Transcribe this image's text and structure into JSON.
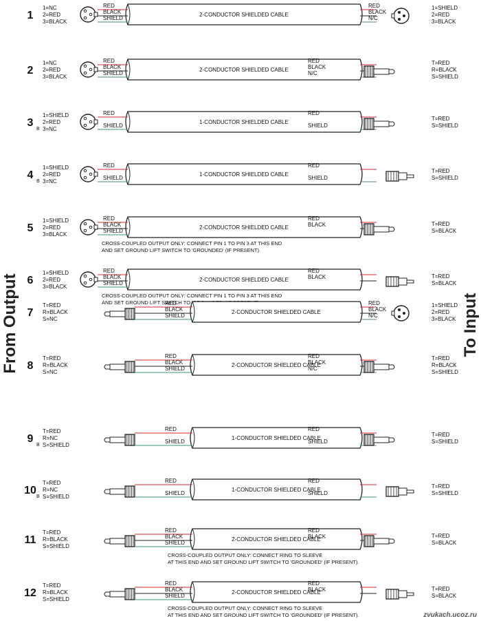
{
  "labels": {
    "from_output": "From Output",
    "to_input": "To Input",
    "watermark": "zvukach.ucoz.ru"
  },
  "colors": {
    "red_wire": "#d42a2a",
    "shield_wire": "#3b9a6b",
    "line": "#222222"
  },
  "rows": [
    {
      "num": "1",
      "sub": "",
      "left_pins": [
        "1=NC",
        "2=RED",
        "3=BLACK"
      ],
      "left": "xlrf",
      "left_wires": [
        "RED",
        "BLACK",
        "SHIELD"
      ],
      "cable": "2-CONDUCTOR SHIELDED CABLE",
      "right_wires": [
        "RED",
        "BLACK",
        "N/C"
      ],
      "right": "xlrm",
      "right_pins": [
        "1=SHIELD",
        "2=RED",
        "3=BLACK"
      ],
      "note": []
    },
    {
      "num": "2",
      "sub": "",
      "left_pins": [
        "1=NC",
        "2=RED",
        "3=BLACK"
      ],
      "left": "xlrf",
      "left_wires": [
        "RED",
        "BLACK",
        "SHIELD"
      ],
      "cable": "2-CONDUCTOR SHIELDED CABLE",
      "right_wires": [
        "RED",
        "BLACK",
        "N/C"
      ],
      "right": "trs",
      "right_pins": [
        "T=RED",
        "R=BLACK",
        "S=SHIELD"
      ],
      "note": []
    },
    {
      "num": "3",
      "sub": "B",
      "left_pins": [
        "1=SHIELD",
        "2=RED",
        "3=NC"
      ],
      "left": "xlrf",
      "left_wires": [
        "RED",
        "",
        "SHIELD"
      ],
      "cable": "1-CONDUCTOR SHIELDED CABLE",
      "right_wires": [
        "RED",
        "",
        "SHIELD"
      ],
      "right": "ts",
      "right_pins": [
        "T=RED",
        "S=SHIELD"
      ],
      "note": []
    },
    {
      "num": "4",
      "sub": "B",
      "left_pins": [
        "1=SHIELD",
        "2=RED",
        "3=NC"
      ],
      "left": "xlrf",
      "left_wires": [
        "RED",
        "",
        "SHIELD"
      ],
      "cable": "1-CONDUCTOR SHIELDED CABLE",
      "right_wires": [
        "RED",
        "",
        "SHIELD"
      ],
      "right": "rca",
      "right_pins": [
        "T=RED",
        "S=SHIELD"
      ],
      "note": []
    },
    {
      "num": "5",
      "sub": "",
      "left_pins": [
        "1=SHIELD",
        "2=RED",
        "3=BLACK"
      ],
      "left": "xlrf",
      "left_wires": [
        "RED",
        "BLACK",
        "SHIELD"
      ],
      "cable": "2-CONDUCTOR SHIELDED CABLE",
      "right_wires": [
        "RED",
        "BLACK",
        ""
      ],
      "right": "ts",
      "right_pins": [
        "T=RED",
        "S=BLACK"
      ],
      "note": [
        "CROSS-COUPLED OUTPUT ONLY: CONNECT PIN 1 TO PIN 3 AT THIS END",
        "AND SET GROUND LIFT SWITCH TO 'GROUNDED' (IF PRESENT)."
      ]
    },
    {
      "num": "6",
      "sub": "",
      "left_pins": [
        "1=SHIELD",
        "2=RED",
        "3=BLACK"
      ],
      "left": "xlrf",
      "left_wires": [
        "RED",
        "BLACK",
        "SHIELD"
      ],
      "cable": "2-CONDUCTOR SHIELDED CABLE",
      "right_wires": [
        "RED",
        "BLACK",
        ""
      ],
      "right": "rca",
      "right_pins": [
        "T=RED",
        "S=BLACK"
      ],
      "note": [
        "CROSS-COUPLED OUTPUT ONLY: CONNECT PIN 1 TO PIN 3 AT THIS END",
        "AND SET GROUND LIFT SWITCH TO 'GROUNDED' (IF PRESENT)."
      ]
    },
    {
      "num": "7",
      "sub": "",
      "left_pins": [
        "T=RED",
        "R=BLACK",
        "S=NC"
      ],
      "left": "plug",
      "left_wires": [
        "RED",
        "BLACK",
        "SHIELD"
      ],
      "cable": "2-CONDUCTOR SHIELDED CABLE",
      "right_wires": [
        "RED",
        "BLACK",
        "N/C"
      ],
      "right": "xlrm",
      "right_pins": [
        "1=SHIELD",
        "2=RED",
        "3=BLACK"
      ],
      "note": []
    },
    {
      "num": "8",
      "sub": "",
      "left_pins": [
        "T=RED",
        "R=BLACK",
        "S=NC"
      ],
      "left": "plug",
      "left_wires": [
        "RED",
        "BLACK",
        "SHIELD"
      ],
      "cable": "2-CONDUCTOR SHIELDED CABLE",
      "right_wires": [
        "RED",
        "BLACK",
        "N/C"
      ],
      "right": "trs",
      "right_pins": [
        "T=RED",
        "R=BLACK",
        "S=SHIELD"
      ],
      "note": []
    },
    {
      "num": "9",
      "sub": "B",
      "left_pins": [
        "T=RED",
        "R=NC",
        "S=SHIELD"
      ],
      "left": "plug",
      "left_wires": [
        "RED",
        "",
        "SHIELD"
      ],
      "cable": "1-CONDUCTOR SHIELDED CABLE",
      "right_wires": [
        "RED",
        "",
        "SHIELD"
      ],
      "right": "ts",
      "right_pins": [
        "T=RED",
        "S=SHIELD"
      ],
      "note": []
    },
    {
      "num": "10",
      "sub": "B",
      "left_pins": [
        "T=RED",
        "R=NC",
        "S=SHIELD"
      ],
      "left": "plug",
      "left_wires": [
        "RED",
        "",
        "SHIELD"
      ],
      "cable": "1-CONDUCTOR SHIELDED CABLE",
      "right_wires": [
        "RED",
        "",
        "SHIELD"
      ],
      "right": "rca",
      "right_pins": [
        "T=RED",
        "S=SHIELD"
      ],
      "note": []
    },
    {
      "num": "11",
      "sub": "",
      "left_pins": [
        "T=RED",
        "R=BLACK",
        "S=SHIELD"
      ],
      "left": "plug",
      "left_wires": [
        "RED",
        "BLACK",
        "SHIELD"
      ],
      "cable": "2-CONDUCTOR SHIELDED CABLE",
      "right_wires": [
        "RED",
        "BLACK",
        ""
      ],
      "right": "ts",
      "right_pins": [
        "T=RED",
        "S=BLACK"
      ],
      "note": [
        "CROSS-COUPLED OUTPUT ONLY: CONNECT RING TO SLEEVE",
        "AT THIS END AND SET GROUND LIFT SWITCH TO 'GROUNDED' (IF PRESENT)."
      ]
    },
    {
      "num": "12",
      "sub": "",
      "left_pins": [
        "T=RED",
        "R=BLACK",
        "S=SHIELD"
      ],
      "left": "plug",
      "left_wires": [
        "RED",
        "BLACK",
        "SHIELD"
      ],
      "cable": "2-CONDUCTOR SHIELDED CABLE",
      "right_wires": [
        "RED",
        "BLACK",
        ""
      ],
      "right": "rca",
      "right_pins": [
        "T=RED",
        "S=BLACK"
      ],
      "note": [
        "CROSS-COUPLED OUTPUT ONLY: CONNECT RING TO SLEEVE",
        "AT THIS END AND SET GROUND LIFT SWITCH TO 'GROUNDED' (IF PRESENT)."
      ]
    }
  ]
}
